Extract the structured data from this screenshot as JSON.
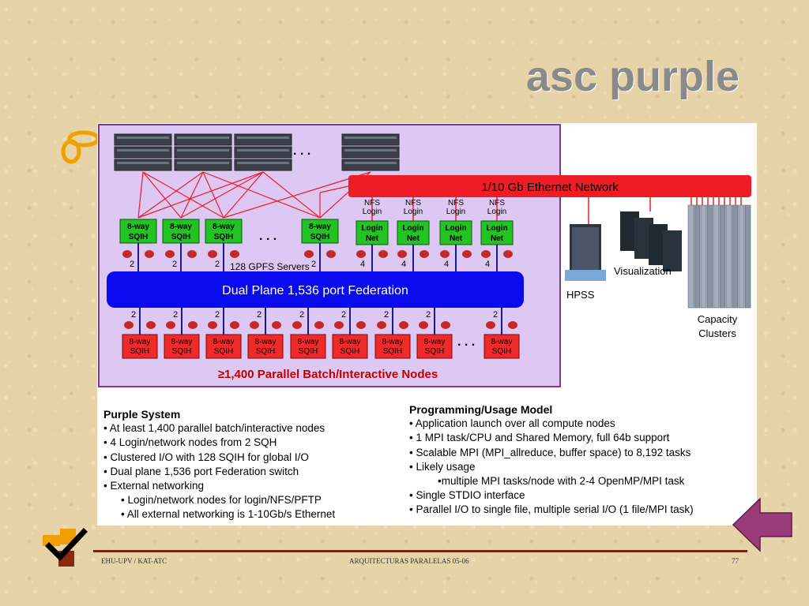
{
  "slide": {
    "title": "asc purple",
    "footer_left": "EHU-UPV / KAT-ATC",
    "footer_center": "ARQUITECTURAS PARALELAS  05-06",
    "page_number": "77"
  },
  "diagram": {
    "ethernet_network": "1/10 Gb Ethernet Network",
    "gpfs_servers": "128 GPFS Servers",
    "federation": "Dual Plane 1,536 port Federation",
    "batch_nodes": "≥1,400 Parallel Batch/Interactive Nodes",
    "ellipsis": ". . .",
    "sqih_line1": "8-way",
    "sqih_line2": "SQIH",
    "nfs_line1": "NFS",
    "nfs_line2": "Login",
    "login_line1": "Login",
    "login_line2": "Net",
    "link_count_2": "2",
    "link_count_4": "4",
    "hpss": "HPSS",
    "visualization": "Visualization",
    "capacity_line1": "Capacity",
    "capacity_line2": "Clusters"
  },
  "purple_system": {
    "heading": "Purple System",
    "items": [
      "At least 1,400 parallel batch/interactive nodes",
      "4 Login/network nodes from 2 SQH",
      "Clustered I/O with 128 SQIH for global I/O",
      "Dual plane 1,536 port Federation switch",
      "External networking"
    ],
    "subitems": [
      "Login/network nodes for login/NFS/PFTP",
      "All external networking is 1-10Gb/s Ethernet"
    ]
  },
  "programming_model": {
    "heading": "Programming/Usage Model",
    "items": [
      "Application launch over all compute nodes",
      "1 MPI task/CPU and Shared Memory, full 64b support",
      "Scalable MPI (MPI_allreduce, buffer space) to 8,192 tasks",
      "Likely usage"
    ],
    "subitem": "multiple MPI tasks/node with 2-4 OpenMP/MPI task",
    "items_after": [
      "Single STDIO interface",
      "Parallel I/O to single file, multiple serial I/O (1 file/MPI task)"
    ]
  },
  "colors": {
    "purple_panel": "#dcc8f2",
    "federation_blue": "#0a0aee",
    "ethernet_red": "#ee1c25",
    "sqih_green": "#22c322",
    "node_red": "#ee2a2a",
    "title_gray": "#8a8a8a",
    "footer_line": "#8b1a1a",
    "arrow_purple": "#9a3c7a"
  }
}
